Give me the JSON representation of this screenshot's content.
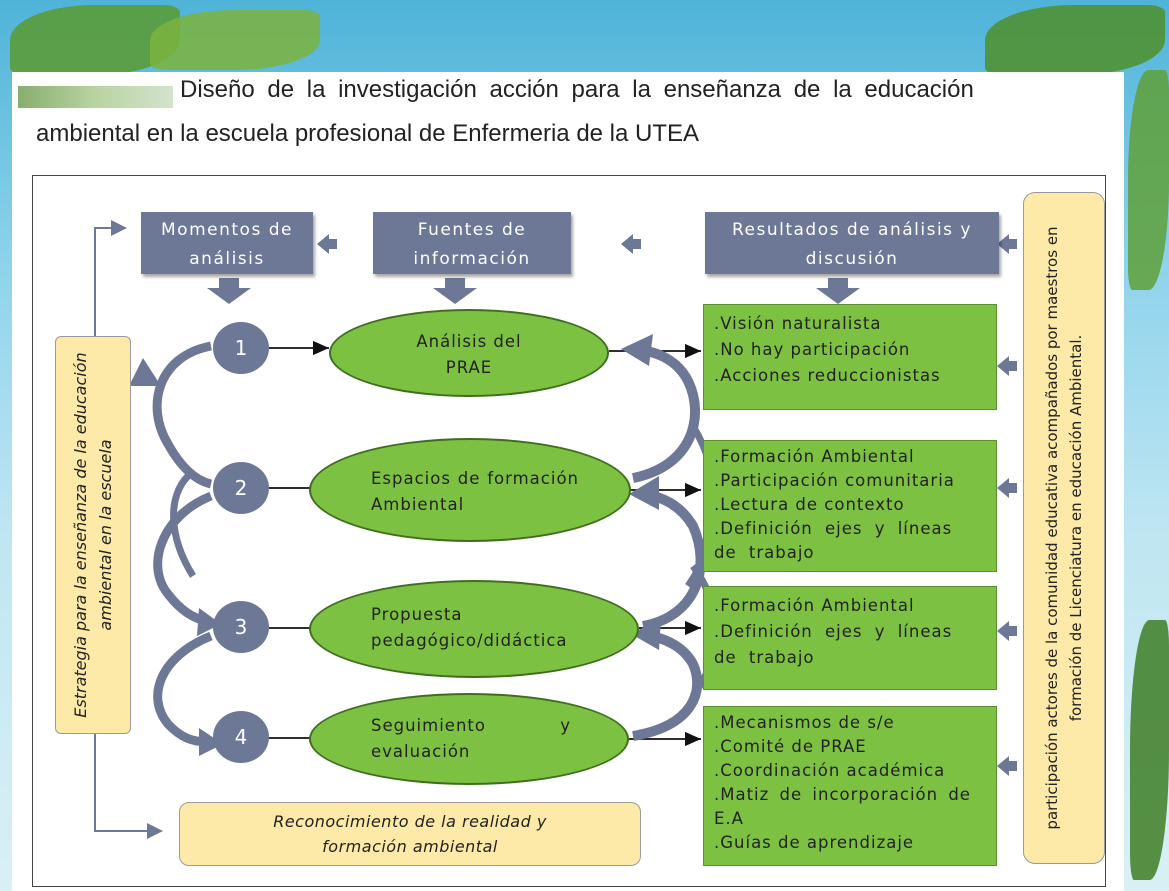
{
  "title": {
    "line1": "Diseño de la investigación acción para la enseñanza de la educación",
    "line2": "ambiental  en la escuela profesional de Enfermeria de la UTEA"
  },
  "headers": {
    "momentos": "Momentos de análisis",
    "fuentes": "Fuentes de información",
    "resultados": "Resultados de análisis y discusión"
  },
  "steps": [
    {
      "number": "1",
      "label": "Análisis del PRAE"
    },
    {
      "number": "2",
      "label": "Espacios de formación Ambiental"
    },
    {
      "number": "3",
      "label": "Propuesta pedagógico/didáctica"
    },
    {
      "number": "4",
      "label": "Seguimiento y evaluación"
    }
  ],
  "results": [
    [
      ".Visión naturalista",
      ".No hay participación",
      ".Acciones reduccionistas"
    ],
    [
      ".Formación Ambiental",
      ".Participación comunitaria",
      ".Lectura de contexto",
      ".Definición ejes y líneas de trabajo"
    ],
    [
      ".Formación Ambiental",
      ".Definición ejes y líneas de trabajo"
    ],
    [
      ".Mecanismos de s/e",
      ".Comité de PRAE",
      ".Coordinación académica",
      ".Matiz de incorporación de E.A",
      ".Guías de aprendizaje"
    ]
  ],
  "left_label": "Estrategia para la enseñanza de la educación ambiental en la escuela",
  "right_label": "participación actores de la comunidad educativa acompañados por maestros en formación de Licenciatura en educación Ambiental.",
  "bottom_label": "Reconocimiento de la realidad y formación ambiental",
  "colors": {
    "header_fill": "#6d7796",
    "green_fill": "#7dc143",
    "cream_fill": "#fdeaa8"
  }
}
